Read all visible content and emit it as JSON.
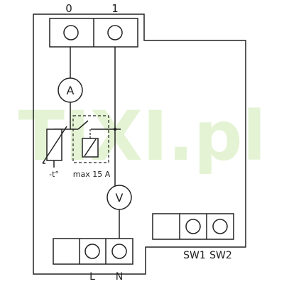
{
  "colors": {
    "line": "#222222",
    "watermark": "#e4f3d4",
    "background": "#ffffff"
  },
  "watermark": {
    "text": "TIXI.pl"
  },
  "top_terminals": {
    "label_0": "0",
    "label_1": "1"
  },
  "meter_labels": {
    "ammeter": "A",
    "voltmeter": "V"
  },
  "sensor": {
    "label": "-t°"
  },
  "relay": {
    "label": "max 15 A"
  },
  "bottom_terminals": {
    "label_l": "L",
    "label_n": "N"
  },
  "switch_terminals": {
    "label_sw1": "SW1",
    "label_sw2": "SW2"
  },
  "icons": {
    "screw": "screw-terminal-icon",
    "ammeter": "ammeter-icon",
    "voltmeter": "voltmeter-icon",
    "thermistor": "thermistor-icon",
    "relay": "relay-coil-icon"
  }
}
